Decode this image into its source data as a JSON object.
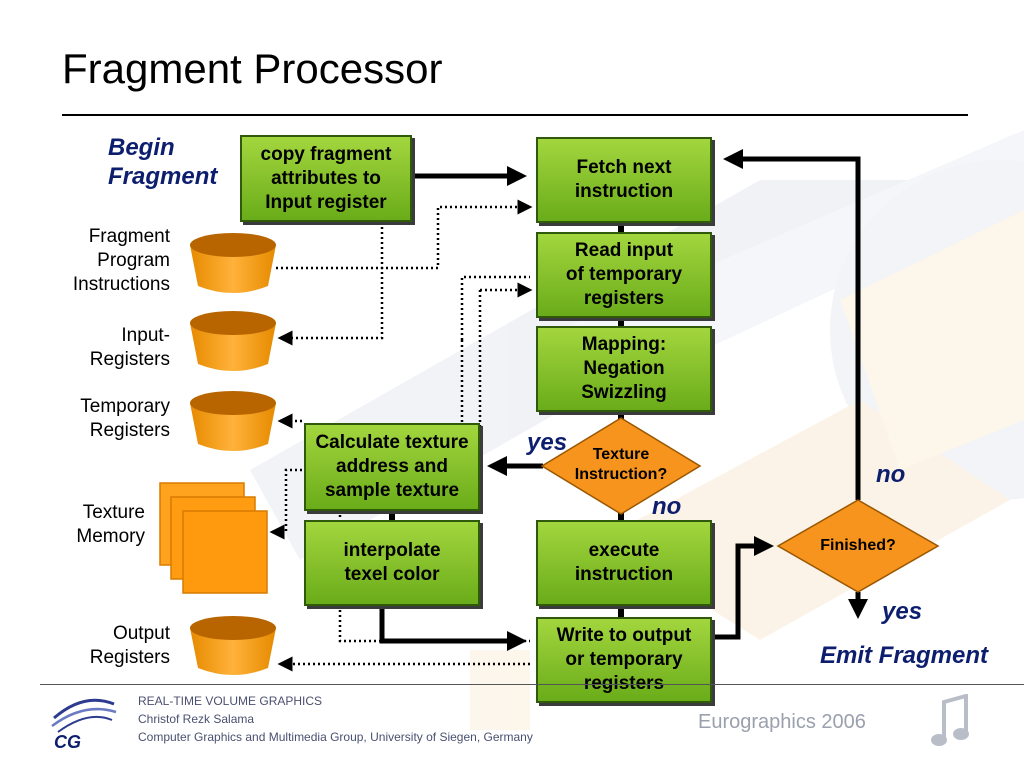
{
  "slide": {
    "title": "Fragment Processor"
  },
  "colors": {
    "box_fill_top": "#a3d63e",
    "box_fill_bottom": "#6aac1a",
    "decision_fill": "#f7941d",
    "annotation_blue": "#0d1e6e",
    "cylinder_fill": "#f5a023"
  },
  "left_labels": {
    "begin_fragment": "Begin\nFragment",
    "fragment_program_instructions": "Fragment\nProgram\nInstructions",
    "input_registers": "Input-\nRegisters",
    "temporary_registers": "Temporary\nRegisters",
    "texture_memory": "Texture\nMemory",
    "output_registers": "Output\nRegisters"
  },
  "boxes": {
    "copy_fragment": "copy fragment\nattributes to\nInput register",
    "fetch_next": "Fetch next\ninstruction",
    "read_input": "Read input\nof temporary\nregisters",
    "mapping": "Mapping:\nNegation\nSwizzling",
    "calculate_texture": "Calculate texture\naddress and\nsample texture",
    "interpolate": "interpolate\ntexel color",
    "execute": "execute\ninstruction",
    "write_output": "Write to output\nor temporary\nregisters"
  },
  "decisions": {
    "texture_instruction": "Texture\nInstruction?",
    "finished": "Finished?"
  },
  "annotations": {
    "texture_yes": "yes",
    "texture_no": "no",
    "finished_no": "no",
    "finished_yes": "yes",
    "emit_fragment": "Emit Fragment"
  },
  "footer": {
    "line1": "REAL-TIME VOLUME GRAPHICS",
    "line2": "Christof Rezk Salama",
    "line3": "Computer Graphics and Multimedia Group, University of Siegen, Germany",
    "event": "Eurographics 2006",
    "logo_text": "CG"
  }
}
